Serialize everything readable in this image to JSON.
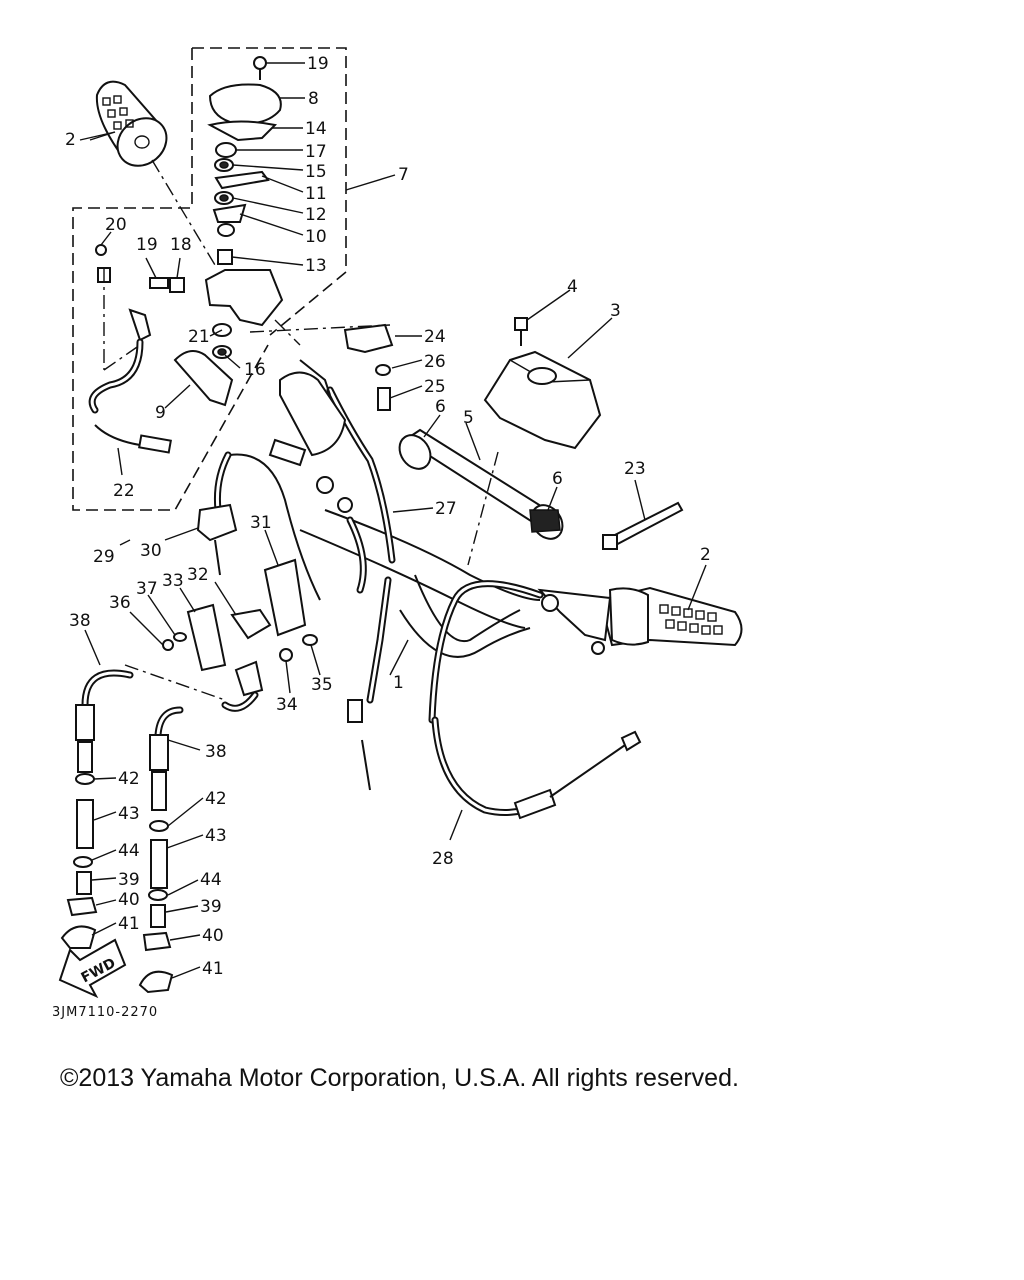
{
  "drawing_code": "3JM7110-2270",
  "copyright": "©2013 Yamaha Motor Corporation, U.S.A. All rights reserved.",
  "fwd_label": "FWD",
  "callouts": [
    "1",
    "2",
    "2",
    "3",
    "4",
    "5",
    "6",
    "6",
    "7",
    "8",
    "9",
    "10",
    "11",
    "12",
    "13",
    "14",
    "15",
    "16",
    "17",
    "18",
    "19",
    "19",
    "20",
    "21",
    "22",
    "23",
    "24",
    "25",
    "26",
    "27",
    "28",
    "29",
    "30",
    "31",
    "32",
    "33",
    "34",
    "35",
    "36",
    "37",
    "38",
    "38",
    "39",
    "39",
    "40",
    "40",
    "41",
    "41",
    "42",
    "42",
    "43",
    "43",
    "44",
    "44"
  ]
}
